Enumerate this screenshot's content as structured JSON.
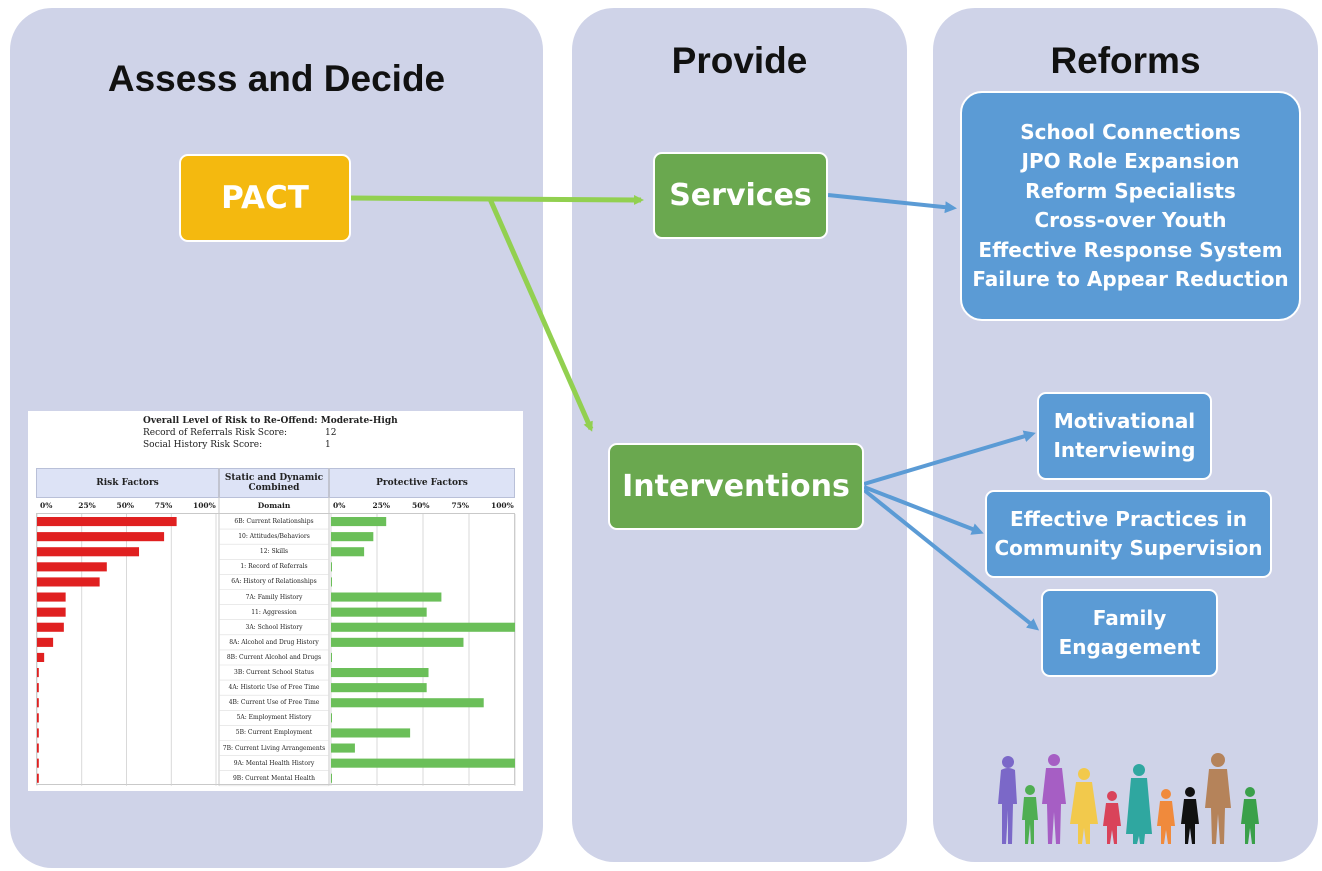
{
  "columns": {
    "assess": "Assess and Decide",
    "provide": "Provide",
    "reforms": "Reforms"
  },
  "boxes": {
    "pact": "PACT",
    "services": "Services",
    "interventions": "Interventions",
    "reforms_list": [
      "School Connections",
      "JPO Role Expansion",
      "Reform Specialists",
      "Cross-over Youth",
      "Effective Response System",
      "Failure to Appear Reduction"
    ],
    "motivational": [
      "Motivational",
      "Interviewing"
    ],
    "effective_practices": [
      "Effective Practices in",
      "Community Supervision"
    ],
    "family": [
      "Family",
      "Engagement"
    ]
  },
  "colors": {
    "panel": "#cfd3e8",
    "gold": "#f4b90f",
    "green": "#6aa84f",
    "blue": "#5b9bd5",
    "arrow_green": "#92d050",
    "arrow_blue": "#5b9bd5",
    "risk_bar": "#e02020",
    "protective_bar": "#6bbf59"
  },
  "report": {
    "overall_label": "Overall Level of Risk to Re-Offend:",
    "overall_value": "Moderate-High",
    "referrals_label": "Record of Referrals Risk Score:",
    "referrals_value": "12",
    "social_label": "Social History Risk Score:",
    "social_value": "1",
    "risk_header": "Risk Factors",
    "domain_header": "Static and Dynamic Combined",
    "protective_header": "Protective Factors",
    "domain_col": "Domain",
    "scale": [
      "0%",
      "25%",
      "50%",
      "75%",
      "100%"
    ]
  },
  "chart_data": {
    "type": "bar",
    "orientation": "horizontal-butterfly",
    "categories": [
      "6B: Current Relationships",
      "10: Attitudes/Behaviors",
      "12: Skills",
      "1: Record of Referrals",
      "6A: History of Relationships",
      "7A: Family History",
      "11: Aggression",
      "3A: School History",
      "8A: Alcohol and Drug History",
      "8B: Current Alcohol and Drugs",
      "3B: Current School Status",
      "4A: Historic Use of Free Time",
      "4B: Current Use of Free Time",
      "5A: Employment History",
      "5B: Current Employment",
      "7B: Current Living Arrangements",
      "9A: Mental Health History",
      "9B: Current Mental Health"
    ],
    "series": [
      {
        "name": "Risk Factors",
        "values": [
          78,
          71,
          57,
          39,
          35,
          16,
          16,
          15,
          9,
          4,
          1,
          1,
          1,
          1,
          1,
          1,
          1,
          1
        ]
      },
      {
        "name": "Protective Factors",
        "values": [
          30,
          23,
          18,
          0,
          0,
          60,
          52,
          100,
          72,
          0,
          53,
          52,
          83,
          0,
          43,
          13,
          100,
          0
        ]
      }
    ],
    "xlim": [
      0,
      100
    ],
    "grid": true
  }
}
